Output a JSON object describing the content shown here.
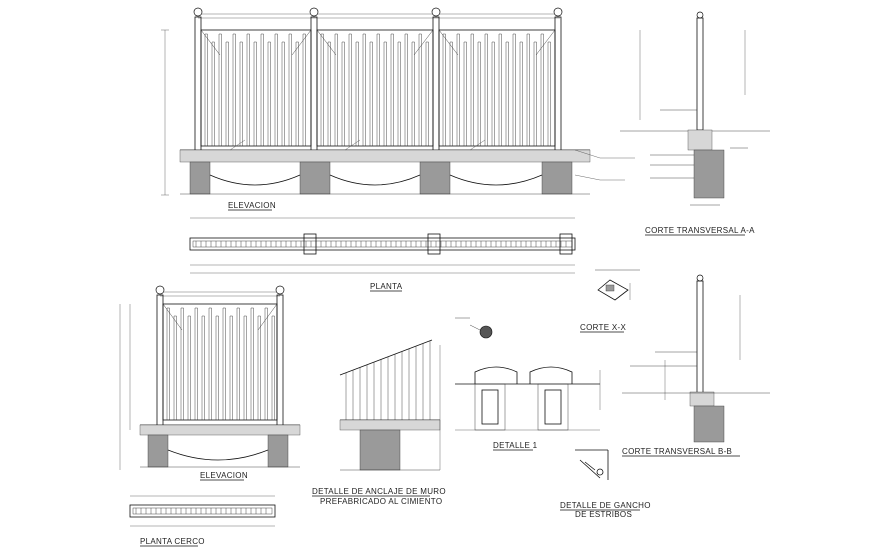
{
  "drawing_labels": {
    "elevacion_top": "ELEVACION",
    "planta_top": "PLANTA",
    "corte_aa": "CORTE TRANSVERSAL A-A",
    "corte_xx": "CORTE X-X",
    "detalle_1": "DETALLE 1",
    "elevacion_bottom": "ELEVACION",
    "planta_cerco": "PLANTA CERCO",
    "detalle_anclaje_line1": "DETALLE DE ANCLAJE DE MURO",
    "detalle_anclaje_line2": "PREFABRICADO AL CIMIENTO",
    "corte_bb": "CORTE TRANSVERSAL B-B",
    "detalle_gancho_line1": "DETALLE DE GANCHO",
    "detalle_gancho_line2": "DE ESTRIBOS"
  },
  "colors": {
    "line": "#111111",
    "gravel_fill": "#9a9a9a",
    "soil_fill": "#d7d7d7",
    "paper": "#ffffff"
  }
}
